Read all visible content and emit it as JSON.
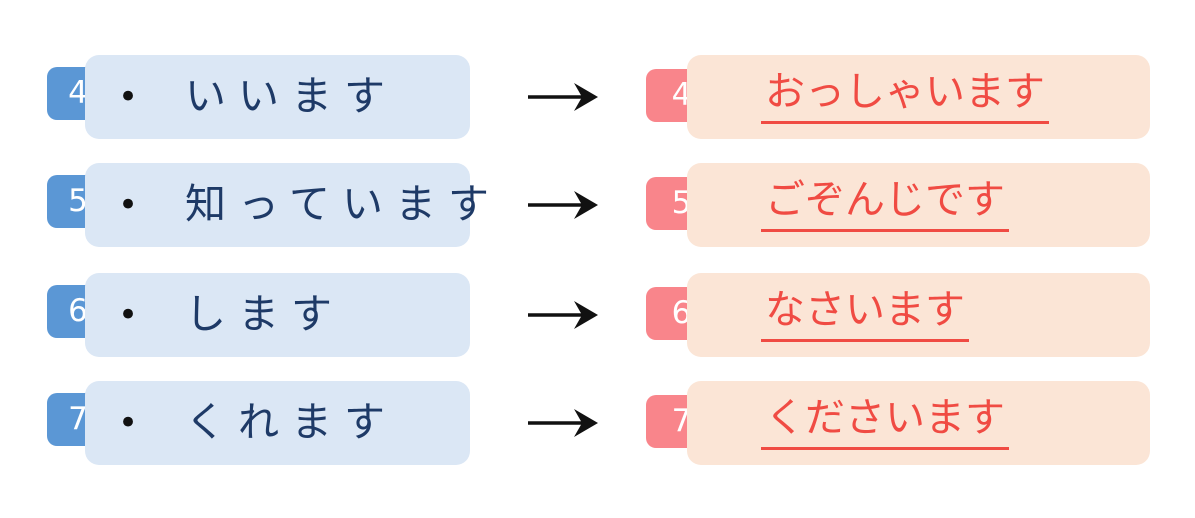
{
  "diagram": {
    "description": "Plain Japanese verbs mapped by arrows to their honorific (keigo) equivalents",
    "bullet": "•",
    "colors": {
      "background": "#ffffff",
      "plain_badge": "#5b97d5",
      "plain_box": "#dbe7f5",
      "plain_text": "#1e3a67",
      "honorific_badge": "#f9858b",
      "honorific_box": "#fbe5d6",
      "honorific_text": "#f04b43",
      "badge_number_text": "#ffffff",
      "arrow": "#111111"
    },
    "rows": [
      {
        "number": "4",
        "plain": "いいます",
        "honorific": "おっしゃいます"
      },
      {
        "number": "5",
        "plain": "知っています",
        "honorific": "ごぞんじです"
      },
      {
        "number": "6",
        "plain": "します",
        "honorific": "なさいます"
      },
      {
        "number": "7",
        "plain": "くれます",
        "honorific": "くださいます"
      }
    ]
  }
}
